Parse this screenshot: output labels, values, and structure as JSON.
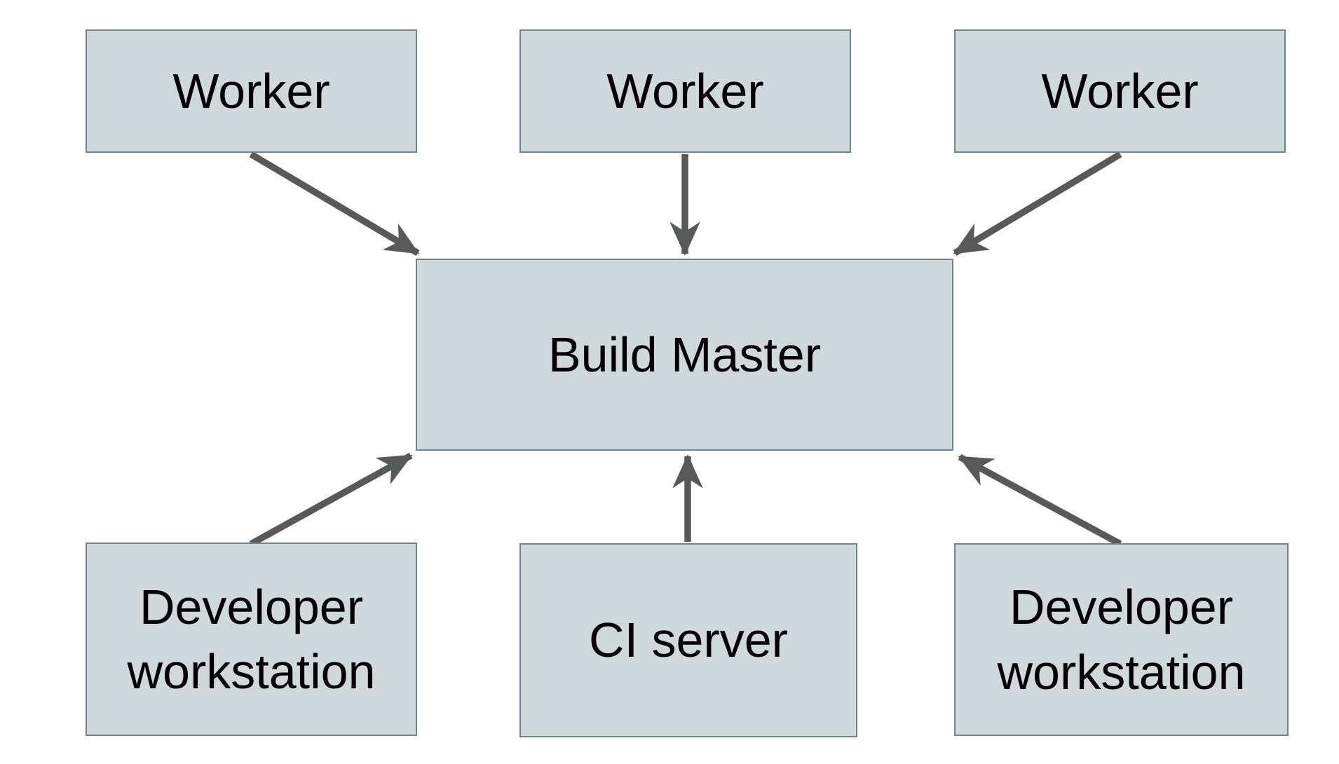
{
  "colors": {
    "background": "#ffffff",
    "box_fill": "#cfd8da",
    "box_border": "#6e848e",
    "arrow": "#58595b",
    "text": "#000000"
  },
  "nodes": {
    "worker_1": {
      "label": "Worker"
    },
    "worker_2": {
      "label": "Worker"
    },
    "worker_3": {
      "label": "Worker"
    },
    "build_master": {
      "label": "Build Master"
    },
    "developer_workstation_1": {
      "label": "Developer workstation"
    },
    "ci_server": {
      "label": "CI server"
    },
    "developer_workstation_2": {
      "label": "Developer workstation"
    }
  },
  "edges": [
    {
      "from": "worker_1",
      "to": "build_master"
    },
    {
      "from": "worker_2",
      "to": "build_master"
    },
    {
      "from": "worker_3",
      "to": "build_master"
    },
    {
      "from": "developer_workstation_1",
      "to": "build_master"
    },
    {
      "from": "ci_server",
      "to": "build_master"
    },
    {
      "from": "developer_workstation_2",
      "to": "build_master"
    }
  ]
}
